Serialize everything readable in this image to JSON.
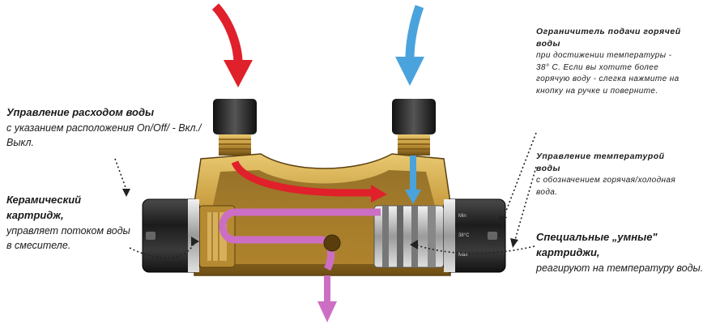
{
  "labels": {
    "hot_limiter": {
      "title": "Ограничитель подачи горячей воды",
      "text": "при достижении температуры - 38° С. Если вы хотите более горячую воду - слегка нажмите на кнопку на ручке и поверните."
    },
    "flow_control": {
      "title": "Управление расходом воды",
      "text": "с указанием расположения On/Off/ - Вкл./ Выкл."
    },
    "temp_control": {
      "title": "Управление температурой воды",
      "text": "с обозначением горячая/холодная вода."
    },
    "ceramic_cartridge": {
      "title": "Керамический картридж,",
      "text": "управляет потоком воды в смесителе."
    },
    "smart_cartridges": {
      "title": "Специальные „умные\" картриджи,",
      "text": "реагируют на температуру воды."
    }
  },
  "colors": {
    "hot": "#e0202a",
    "cold": "#4aa3dc",
    "mixed": "#cc6fc4",
    "brass": "#c79a3c",
    "handle": "#2a2a2a"
  }
}
